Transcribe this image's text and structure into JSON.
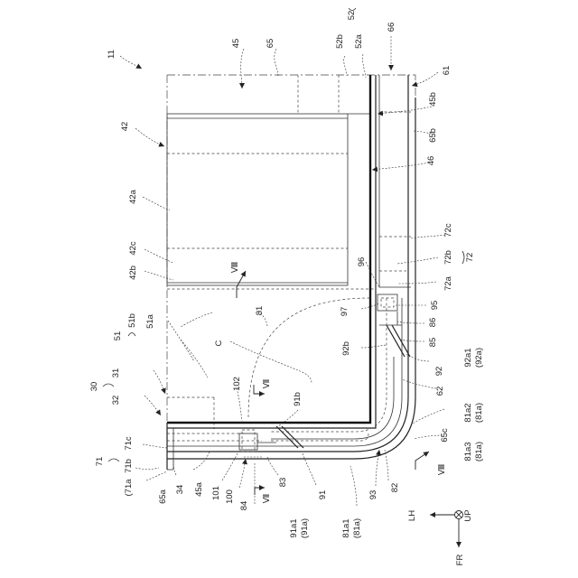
{
  "labels": {
    "l11": "11",
    "l45": "45",
    "l65": "65",
    "l52b": "52b",
    "l52": "52",
    "l52a": "52a",
    "l66": "66",
    "l61": "61",
    "l42": "42",
    "l45b": "45b",
    "l65b": "65b",
    "l46": "46",
    "l42a": "42a",
    "l42c": "42c",
    "l42b": "42b",
    "l72c": "72c",
    "l72b": "72b",
    "l72a": "72a",
    "l72": "72",
    "l51b": "51b",
    "l51": "51",
    "l51a": "51a",
    "lVIII_top": "Ⅷ",
    "l96": "96",
    "l81": "81",
    "lC": "C",
    "l97": "97",
    "l95": "95",
    "l86": "86",
    "l85": "85",
    "l92b": "92b",
    "l92a1": "92a1",
    "l92a1sub": "(92a)",
    "l92": "92",
    "l30": "30",
    "l31": "31",
    "l32": "32",
    "l102": "102",
    "lVII_top": "Ⅶ",
    "l62": "62",
    "l91b": "91b",
    "l81a2": "81a2",
    "l81a2sub": "(81a)",
    "l65c": "65c",
    "l71": "71",
    "l71c": "71c",
    "l71b": "71b",
    "l71a": "(71a",
    "l65a": "65a",
    "l34": "34",
    "l45a": "45a",
    "l101": "101",
    "l100": "100",
    "l84": "84",
    "l83": "83",
    "l91": "91",
    "lVII_bot": "Ⅶ",
    "l91a1": "91a1",
    "l91a1sub": "(91a)",
    "l81a1": "81a1",
    "l81a1sub": "(81a)",
    "l93": "93",
    "l82": "82",
    "l81a3": "81a3",
    "l81a3sub": "(81a)",
    "lVIII_bot": "Ⅷ",
    "lLH": "LH",
    "lUP": "UP",
    "lFR": "FR"
  }
}
